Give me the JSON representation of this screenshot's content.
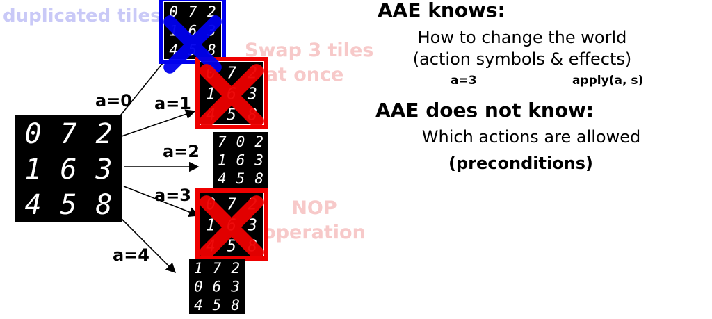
{
  "initial_state": [
    "0",
    "7",
    "2",
    "1",
    "6",
    "3",
    "4",
    "5",
    "8"
  ],
  "successors": [
    {
      "action": "a=0",
      "tiles": [
        "0",
        "7",
        "2",
        "1",
        "6",
        "3",
        "4",
        "5",
        "8"
      ],
      "valid": false,
      "cross_color": "#0000ee"
    },
    {
      "action": "a=1",
      "tiles": [
        "0",
        "7",
        "2",
        "1",
        "6",
        "3",
        "4",
        "5",
        "8"
      ],
      "valid": false,
      "cross_color": "#ee0000"
    },
    {
      "action": "a=2",
      "tiles": [
        "7",
        "0",
        "2",
        "1",
        "6",
        "3",
        "4",
        "5",
        "8"
      ],
      "valid": true,
      "cross_color": ""
    },
    {
      "action": "a=3",
      "tiles": [
        "0",
        "7",
        "2",
        "1",
        "6",
        "3",
        "4",
        "5",
        "8"
      ],
      "valid": false,
      "cross_color": "#ee0000"
    },
    {
      "action": "a=4",
      "tiles": [
        "1",
        "7",
        "2",
        "0",
        "6",
        "3",
        "4",
        "5",
        "8"
      ],
      "valid": true,
      "cross_color": ""
    }
  ],
  "annotations": {
    "duplicated": "duplicated tiles",
    "swap_line1": "Swap 3 tiles",
    "swap_line2": "at once",
    "nop_line1": "NOP",
    "nop_line2": "operation"
  },
  "knows": {
    "heading": "AAE knows:",
    "line1": "How to change the world",
    "line2": "(action symbols & effects)",
    "example_action": "a=3",
    "example_apply": "apply(a, s)"
  },
  "not_knows": {
    "heading": "AAE does not know:",
    "line1": "Which actions are allowed",
    "line2": "(preconditions)"
  },
  "colors": {
    "blue_frame": "#0000ee",
    "red_frame": "#ee0000",
    "blue_cross": "#0000ee",
    "red_cross": "#ee0000",
    "faded_red": "#f7c9c9",
    "faded_blue": "#c9c9f7"
  }
}
